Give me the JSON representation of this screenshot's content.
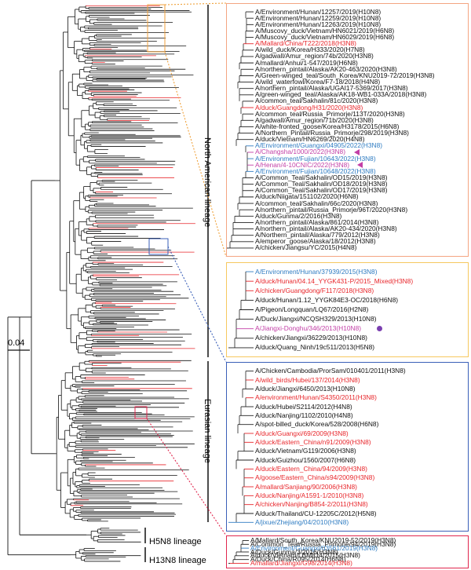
{
  "colors": {
    "north_american_panel": "#f4a582",
    "north_american_box": "#f0a23c",
    "yellow_panel": "#f6c85f",
    "eurasian_panel": "#3a5fb8",
    "bottom_panel": "#e0264d",
    "red_taxon": "#e8262b",
    "blue_taxon": "#2f7cc2",
    "magenta_taxon": "#c23fa6"
  },
  "scale_bar": {
    "label": "0.04"
  },
  "lineages": {
    "north_american": "North American lineage",
    "eurasian": "Eurasian lineage",
    "h5n8": "H5N8 lineage",
    "h13n8": "H13N8 lineage"
  },
  "panels": [
    {
      "id": "north-american-detail",
      "taxa": [
        {
          "label": "A/Environment/Hunan/12257/2019(H10N8)",
          "color": "black"
        },
        {
          "label": "A/Environment/Hunan/12259/2019(H10N8)",
          "color": "black"
        },
        {
          "label": "A/Environment/Hunan/12263/2019(H10N8)",
          "color": "black"
        },
        {
          "label": "A/Muscovy_duck/Vietnam/HN6021/2019(H6N8)",
          "color": "black"
        },
        {
          "label": "A/Muscovy_duck/Vietnam/HN6029/2019(H6N8)",
          "color": "black"
        },
        {
          "label": "A/Mallard/China/T222/2018(H3N8)",
          "color": "red"
        },
        {
          "label": "A/wild_duck/Korea/H333/2020(H7N8)",
          "color": "black"
        },
        {
          "label": "A/gadwall/Amur_region/74b/2020(H3N8)",
          "color": "black"
        },
        {
          "label": "A/mallard/Anhui/1-547/2019(H6N8)",
          "color": "black"
        },
        {
          "label": "A/northern_pintail/Alaska/AK20-463/2020(H3N8)",
          "color": "black"
        },
        {
          "label": "A/Green-winged_teal/South_Korea/KNU2019-72/2019(H3N8)",
          "color": "black"
        },
        {
          "label": "A/wild_waterfowl/Korea/F7-18/2018(H4N8)",
          "color": "black"
        },
        {
          "label": "A/northern_pintail/Alaska/UGAI17-5369/2017(H3N8)",
          "color": "black"
        },
        {
          "label": "A/green-winged_teal/Alaska/AK18-WB1-033A/2018(H3N8)",
          "color": "black"
        },
        {
          "label": "A/common_teal/Sakhalin/81c/2020(H3N8)",
          "color": "black"
        },
        {
          "label": "A/duck/Guangdong/H31/2020(H3N8)",
          "color": "red"
        },
        {
          "label": "A/common_teal/Russia_Primorje/113T/2020(H3N8)",
          "color": "black"
        },
        {
          "label": "A/gadwall/Amur_region/71b/2020(H3N8)",
          "color": "black"
        },
        {
          "label": "A/white-fronted_goose/Korea/H3178/2015(H6N8)",
          "color": "black"
        },
        {
          "label": "A/Northern_Pintail/Russia_Primorje/298/2019(H3N8)",
          "color": "black"
        },
        {
          "label": "A/duck/Vietnam/HN6269/2020(H4N8)",
          "color": "black"
        },
        {
          "label": "A/Environment/Guangxi/04905/2022(H3N8)",
          "color": "blue"
        },
        {
          "label": "A/Changsha/1000/2022(H3N8)",
          "color": "magenta",
          "marker": "triangle"
        },
        {
          "label": "A/Environment/Fujian/10643/2022(H3N8)",
          "color": "blue"
        },
        {
          "label": "A/Henan/4-10CNIC/2022(H3N8)",
          "color": "magenta",
          "marker": "triangle"
        },
        {
          "label": "A/Environment/Fujian/10648/2022(H3N8)",
          "color": "blue"
        },
        {
          "label": "A/Common_Teal/Sakhalin/OD15/2019(H3N8)",
          "color": "black"
        },
        {
          "label": "A/Common_Teal/Sakhalin/OD18/2019(H3N8)",
          "color": "black"
        },
        {
          "label": "A/Common_Teal/Sakhalin/OD17/2019(H3N8)",
          "color": "black"
        },
        {
          "label": "A/duck/Niigata/151102/2020(H6N8)",
          "color": "black"
        },
        {
          "label": "A/common_teal/Sakhalin/66c/2020(H3N8)",
          "color": "black"
        },
        {
          "label": "A/northern_pintail/Russia_Primorje/96T/2020(H3N8)",
          "color": "black"
        },
        {
          "label": "A/duck/Gunma/2/2016(H3N8)",
          "color": "black"
        },
        {
          "label": "A/northern_pintail/Alaska/861/2014(H3N8)",
          "color": "black"
        },
        {
          "label": "A/northern_pintail/Alaska/AK20-434/2020(H3N8)",
          "color": "black"
        },
        {
          "label": "A/Northern_pintail/Alaska/779/2012(H3N8)",
          "color": "black"
        },
        {
          "label": "A/emperor_goose/Alaska/18/2012(H3N8)",
          "color": "black"
        },
        {
          "label": "A/chicken/Jiangsu/YC/2015(H4N8)",
          "color": "black"
        }
      ]
    },
    {
      "id": "yellow-detail",
      "taxa": [
        {
          "label": "A/Environment/Hunan/37939/2015(H3N8)",
          "color": "blue"
        },
        {
          "label": "A/duck/Hunan/04.14_YYGK431-P/2015_Mixed(H3N8)",
          "color": "red"
        },
        {
          "label": "A/chicken/Guangdong/F117/2018(H3N8)",
          "color": "red"
        },
        {
          "label": "A/duck/Hunan/1.12_YYGK84E3-OC/2018(H6N8)",
          "color": "black"
        },
        {
          "label": "A/Pigeon/Longquan/LQ67/2016(H2N8)",
          "color": "black"
        },
        {
          "label": "A/Duck/Jiangxi/NCQSH329/2013(H10N8)",
          "color": "black"
        },
        {
          "label": "A/Jiangxi-Donghu/346/2013(H10N8)",
          "color": "magenta",
          "marker": "dot"
        },
        {
          "label": "A/chicken/Jiangxi/36229/2013(H10N8)",
          "color": "black"
        },
        {
          "label": "A/duck/Quang_Ninh/19c511/2013(H5N8)",
          "color": "black"
        }
      ]
    },
    {
      "id": "eurasian-detail",
      "taxa": [
        {
          "label": "A/Chicken/Cambodia/ProrSam/010401/2011(H3N8)",
          "color": "black"
        },
        {
          "label": "A/wild_birds/Hubei/137/2014(H3N8)",
          "color": "red"
        },
        {
          "label": "A/duck/Jiangxi/6450/2013(H10N8)",
          "color": "black"
        },
        {
          "label": "A/environment/Hunan/S4350/2011(H3N8)",
          "color": "red"
        },
        {
          "label": "A/duck/Hubei/S2114/2012(H4N8)",
          "color": "black"
        },
        {
          "label": "A/duck/Nanjing/1102/2010(H4N8)",
          "color": "black"
        },
        {
          "label": "A/spot-billed_duck/Korea/528/2008(H6N8)",
          "color": "black"
        },
        {
          "label": "A/duck/Guangxi/69/2009(H3N8)",
          "color": "red"
        },
        {
          "label": "A/duck/Eastern_China/n91/2009(H3N8)",
          "color": "red"
        },
        {
          "label": "A/duck/Vietnam/G119/2006(H3N8)",
          "color": "black"
        },
        {
          "label": "A/duck/Guizhou/1560/2007(H6N8)",
          "color": "black"
        },
        {
          "label": "A/duck/Eastern_China/94/2009(H3N8)",
          "color": "red"
        },
        {
          "label": "A/goose/Eastern_China/s94/2009(H3N8)",
          "color": "red"
        },
        {
          "label": "A/mallard/Sanjiang/90/2006(H3N8)",
          "color": "red"
        },
        {
          "label": "A/duck/Nanjing/A1591-1/2010(H3N8)",
          "color": "red"
        },
        {
          "label": "A/chicken/Nanjing/B854-2/2011(H3N8)",
          "color": "red"
        },
        {
          "label": "A/duck/Thailand/CU-12205C/2012(H5N8)",
          "color": "black"
        },
        {
          "label": "A/jixue/Zhejiang/04/2010(H3N8)",
          "color": "blue"
        }
      ]
    },
    {
      "id": "bottom-detail",
      "taxa": [
        {
          "label": "A/Mallard/South_Korea/KNU2019-52/2019(H3N8)",
          "color": "black"
        },
        {
          "label": "A/Common_Teal/Russia_Primorje/94/2019(H3N8)",
          "color": "black"
        },
        {
          "label": "A/Environment/Guangxi/03561/2019(H3N8)",
          "color": "blue"
        },
        {
          "label": "A/Duck/Gunma/3/2016(H3N8)",
          "color": "black"
        },
        {
          "label": "A/duck/Vietnam/LBM814/2015(H3N8)",
          "color": "black"
        },
        {
          "label": "A/Duck/China/R095/2014(H6N8)",
          "color": "black"
        },
        {
          "label": "A/mallard/Jiangxi/G98/2014(H3N8)",
          "color": "red"
        }
      ]
    }
  ]
}
